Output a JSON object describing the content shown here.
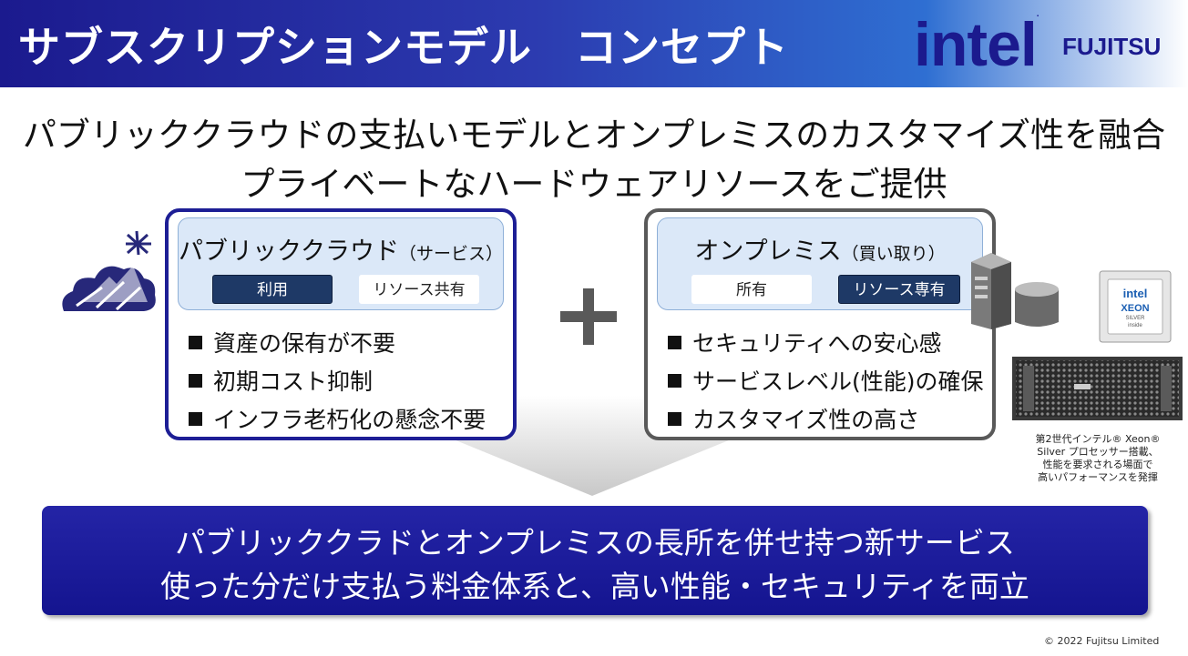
{
  "header": {
    "title": "サブスクリプションモデル　コンセプト",
    "intel_logo": "intel",
    "fujitsu_logo": "FUJITSU"
  },
  "headline": {
    "line1": "パブリッククラウドの支払いモデルとオンプレミスのカスタマイズ性を融合",
    "line2": "プライベートなハードウェアリソースをご提供"
  },
  "public_cloud": {
    "title": "パブリッククラウド",
    "subtitle": "（サービス）",
    "tag_dark": "利用",
    "tag_light": "リソース共有",
    "bullets": [
      "資産の保有が不要",
      "初期コスト抑制",
      "インフラ老朽化の懸念不要"
    ]
  },
  "plus_symbol": "+",
  "on_premise": {
    "title": "オンプレミス",
    "subtitle": "（買い取り）",
    "tag_light": "所有",
    "tag_dark": "リソース専有",
    "bullets": [
      "セキュリティへの安心感",
      "サービスレベル(性能)の確保",
      "カスタマイズ性の高さ"
    ]
  },
  "xeon_badge": {
    "brand": "intel",
    "product": "XEON",
    "tier": "SILVER",
    "inside": "inside"
  },
  "hardware_caption": [
    "第2世代インテル® Xeon®",
    "Silver プロセッサー搭載、",
    "性能を要求される場面で",
    "高いパフォーマンスを発揮"
  ],
  "conclusion": {
    "line1": "パブリッククラドとオンプレミスの長所を併せ持つ新サービス",
    "line2": "使った分だけ支払う料金体系と、高い性能・セキュリティを両立"
  },
  "copyright": "© 2022 Fujitsu Limited",
  "colors": {
    "navy": "#1b1a8e",
    "tag_dark": "#1e3966",
    "card_head": "#dbe8f8",
    "gray_border": "#595959"
  }
}
